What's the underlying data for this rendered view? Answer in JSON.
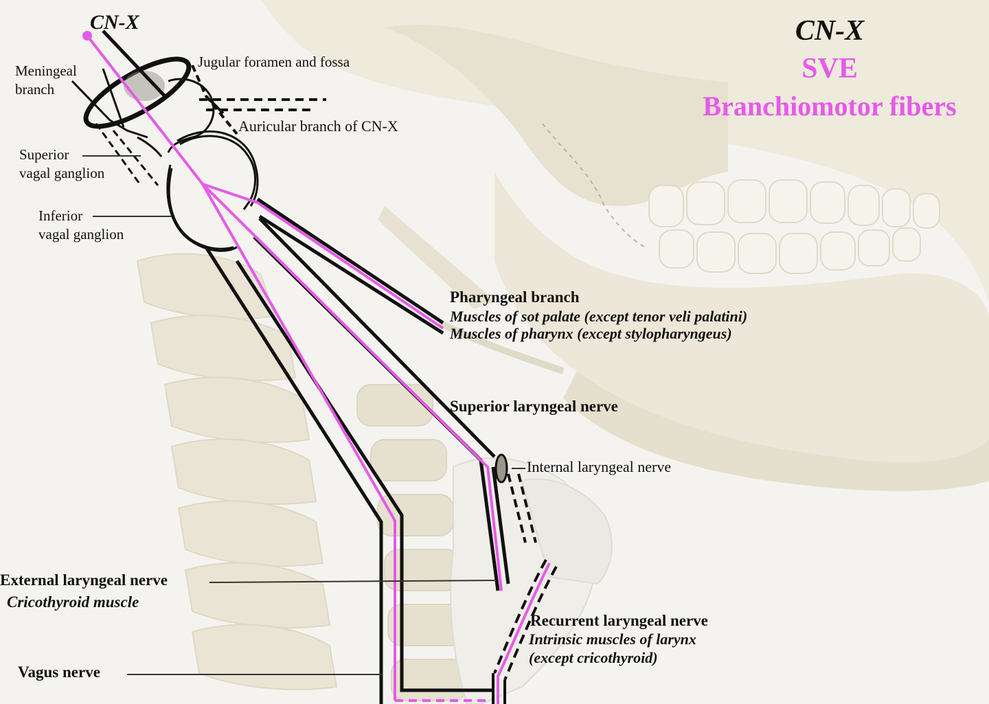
{
  "colors": {
    "nerve_outline": "#111111",
    "sve_fiber": "#e55be8",
    "bone": "#e9e2cf",
    "bone_shadow": "#d8cfb5",
    "background": "#f4f3ef"
  },
  "header": {
    "title": "CN-X",
    "subtitle": "SVE",
    "fiber_type": "Branchiomotor fibers"
  },
  "labels": {
    "origin": "CN-X",
    "jugular_foramen": "Jugular foramen and fossa",
    "meningeal_line1": "Meningeal",
    "meningeal_line2": "branch",
    "auricular": "Auricular branch of CN-X",
    "superior_ganglion_line1": "Superior",
    "superior_ganglion_line2": "vagal ganglion",
    "inferior_ganglion_line1": "Inferior",
    "inferior_ganglion_line2": "vagal ganglion",
    "pharyngeal_title": "Pharyngeal branch",
    "pharyngeal_target1": "Muscles of sot palate (except tenor veli palatini)",
    "pharyngeal_target2": "Muscles of pharynx (except stylopharyngeus)",
    "superior_laryngeal": "Superior laryngeal nerve",
    "internal_laryngeal": "Internal laryngeal nerve",
    "external_laryngeal_title": "External laryngeal nerve",
    "external_laryngeal_target": "Cricothyroid muscle",
    "recurrent_title": "Recurrent laryngeal nerve",
    "recurrent_target1": "Intrinsic muscles of larynx",
    "recurrent_target2": "(except cricothyroid)",
    "vagus": "Vagus nerve"
  }
}
